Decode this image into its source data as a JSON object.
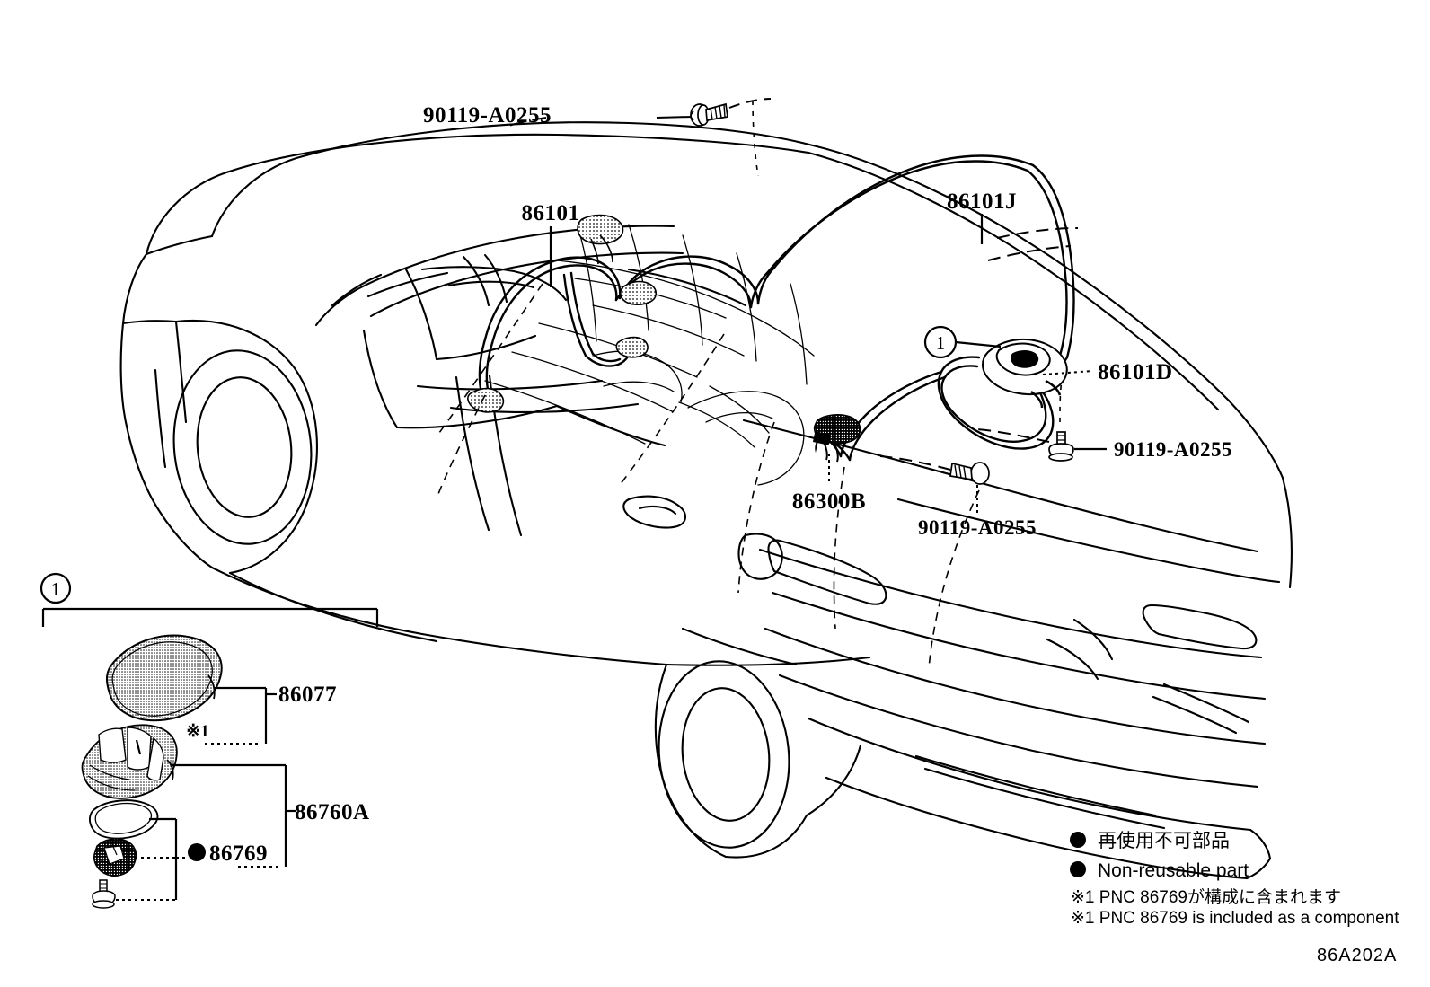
{
  "diagram": {
    "drawing_number": "86A202A",
    "title_parts": [
      "86101",
      "86101J",
      "86101D",
      "86300B",
      "90119-A0255",
      "86077",
      "86760A",
      "86769"
    ]
  },
  "callouts": {
    "bolt_top": {
      "part": "90119-A0255"
    },
    "harness_main": {
      "part": "86101"
    },
    "harness_roof": {
      "part": "86101J"
    },
    "antenna_lead": {
      "part": "86101D"
    },
    "amplifier": {
      "part": "86300B"
    },
    "bolt_rear_lower": {
      "part": "90119-A0255"
    },
    "bolt_rear_right": {
      "part": "90119-A0255"
    }
  },
  "detail_box": {
    "index": "1",
    "items": [
      {
        "part": "86077",
        "note": "※1"
      },
      {
        "part": "86760A",
        "note": ""
      },
      {
        "part": "86769",
        "note": "",
        "nonreusable": true
      }
    ],
    "note_mark": "※1"
  },
  "circle_markers": {
    "roof": "1",
    "detail": "1"
  },
  "legend": {
    "nonreusable_jp": "再使用不可部品",
    "nonreusable_en": "Non-reusable part",
    "note_jp": "※1 PNC 86769が構成に含まれます",
    "note_en": "※1 PNC 86769 is included as a component"
  },
  "colors": {
    "line": "#000000",
    "background": "#ffffff"
  }
}
